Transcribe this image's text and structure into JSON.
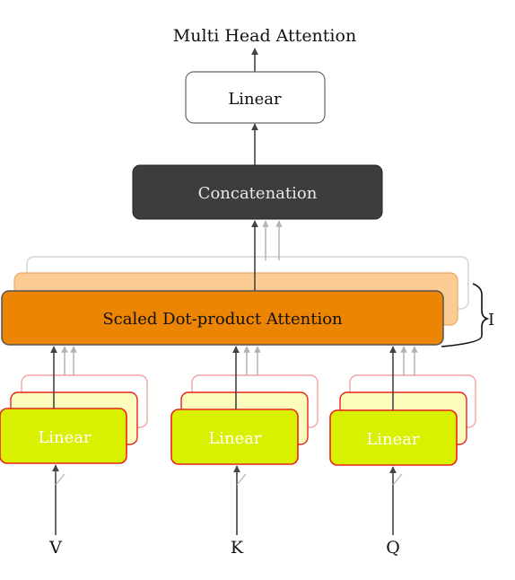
{
  "diagram": {
    "title": "Multi Head Attention",
    "output_linear": {
      "label": "Linear"
    },
    "concat": {
      "label": "Concatenation"
    },
    "attention": {
      "label": "Scaled Dot-product Attention"
    },
    "head_count_label": "I",
    "branches": [
      {
        "input": "V",
        "linear_label": "Linear"
      },
      {
        "input": "K",
        "linear_label": "Linear"
      },
      {
        "input": "Q",
        "linear_label": "Linear"
      }
    ]
  },
  "colors": {
    "concat_fill": "#3d3d3d",
    "attention_fill": "#ec8404",
    "attention_back_fill": "#fccc94",
    "linear_fill": "#d9f000",
    "linear_border": "#e6231e",
    "linear_back_fill": "#fcfcbc",
    "linear_back2_border": "#f4a4a4",
    "arrow": "#444444",
    "grey_line": "#b4b4b4"
  }
}
